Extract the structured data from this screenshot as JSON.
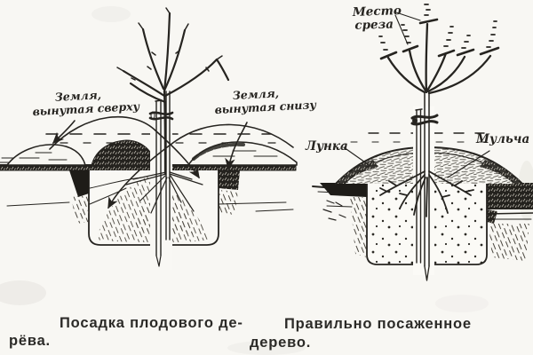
{
  "colors": {
    "ink": "#262420",
    "paper": "#f8f7f3"
  },
  "figure_left": {
    "labels": {
      "soil_top_line1": "Земля,",
      "soil_top_line2": "вынутая сверху",
      "soil_bottom_line1": "Земля,",
      "soil_bottom_line2": "вынутая снизу"
    },
    "caption_line1": "Посадка плодового де-",
    "caption_line2": "рёва."
  },
  "figure_right": {
    "labels": {
      "cut_line1": "Место",
      "cut_line2": "среза",
      "hole": "Лунка",
      "mulch": "Мульча"
    },
    "caption_line1": "Правильно посаженное",
    "caption_line2": "дерево."
  }
}
